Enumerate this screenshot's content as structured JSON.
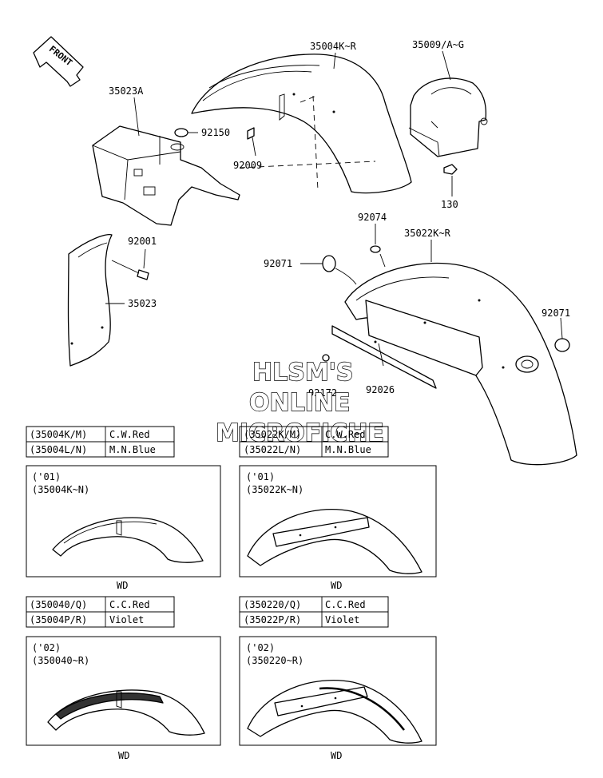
{
  "front_arrow": {
    "label": "FRONT"
  },
  "callouts": {
    "c_35004KR": "35004K~R",
    "c_35009AG": "35009/A~G",
    "c_35023A": "35023A",
    "c_92150": "92150",
    "c_92009": "92009",
    "c_130": "130",
    "c_92074": "92074",
    "c_35022KR": "35022K~R",
    "c_92001": "92001",
    "c_92071_left": "92071",
    "c_92071_right": "92071",
    "c_35023": "35023",
    "c_92172": "92172",
    "c_92026": "92026"
  },
  "watermark": [
    "HLSM'S",
    "ONLINE",
    "MICROFICHE"
  ],
  "color_tables": {
    "rear_fender_01": [
      [
        "(35004K/M)",
        "C.W.Red"
      ],
      [
        "(35004L/N)",
        "M.N.Blue"
      ]
    ],
    "front_fender_01": [
      [
        "(35022K/M)",
        "C.W.Red"
      ],
      [
        "(35022L/N)",
        "M.N.Blue"
      ]
    ],
    "rear_fender_02": [
      [
        "(350040/Q)",
        "C.C.Red"
      ],
      [
        "(35004P/R)",
        "Violet"
      ]
    ],
    "front_fender_02": [
      [
        "(350220/Q)",
        "C.C.Red"
      ],
      [
        "(35022P/R)",
        "Violet"
      ]
    ]
  },
  "variant_panels": {
    "p1": {
      "year": "('01)",
      "range": "(35004K~N)",
      "tag": "WD"
    },
    "p2": {
      "year": "('01)",
      "range": "(35022K~N)",
      "tag": "WD"
    },
    "p3": {
      "year": "('02)",
      "range": "(350040~R)",
      "tag": "WD"
    },
    "p4": {
      "year": "('02)",
      "range": "(350220~R)",
      "tag": "WD"
    }
  }
}
